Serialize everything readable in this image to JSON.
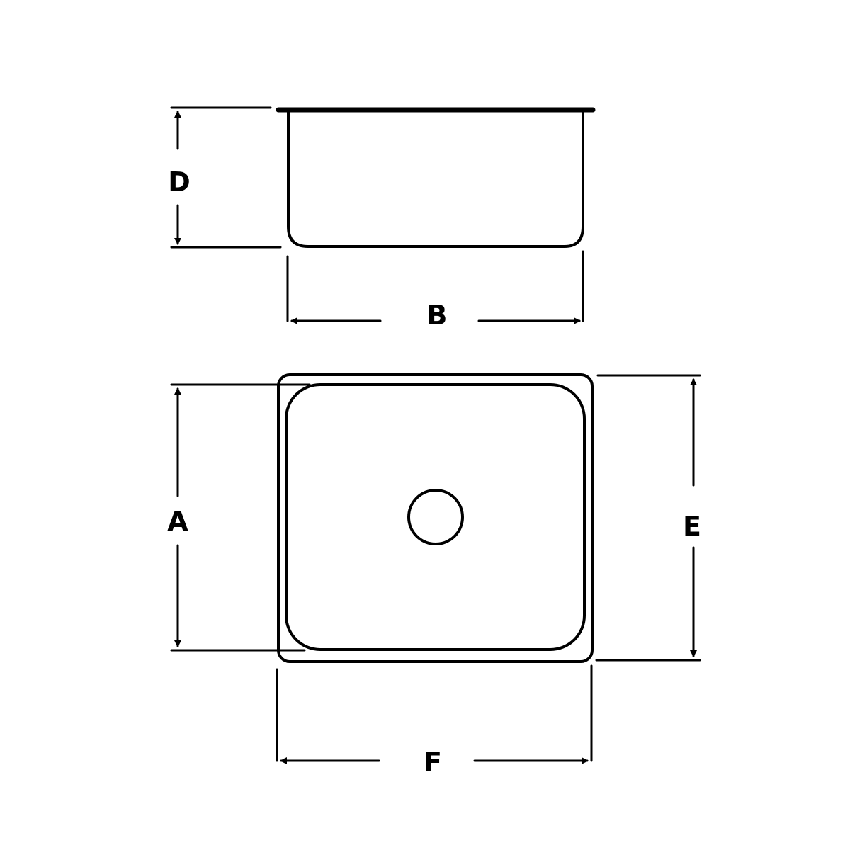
{
  "diagram": {
    "subject": "Sink dimension drawing",
    "views": {
      "side": {
        "name": "side-view"
      },
      "top": {
        "name": "top-view"
      }
    },
    "labels": {
      "A": "A",
      "B": "B",
      "D": "D",
      "E": "E",
      "F": "F"
    },
    "colors": {
      "line": "#000000",
      "background": "#ffffff"
    }
  }
}
